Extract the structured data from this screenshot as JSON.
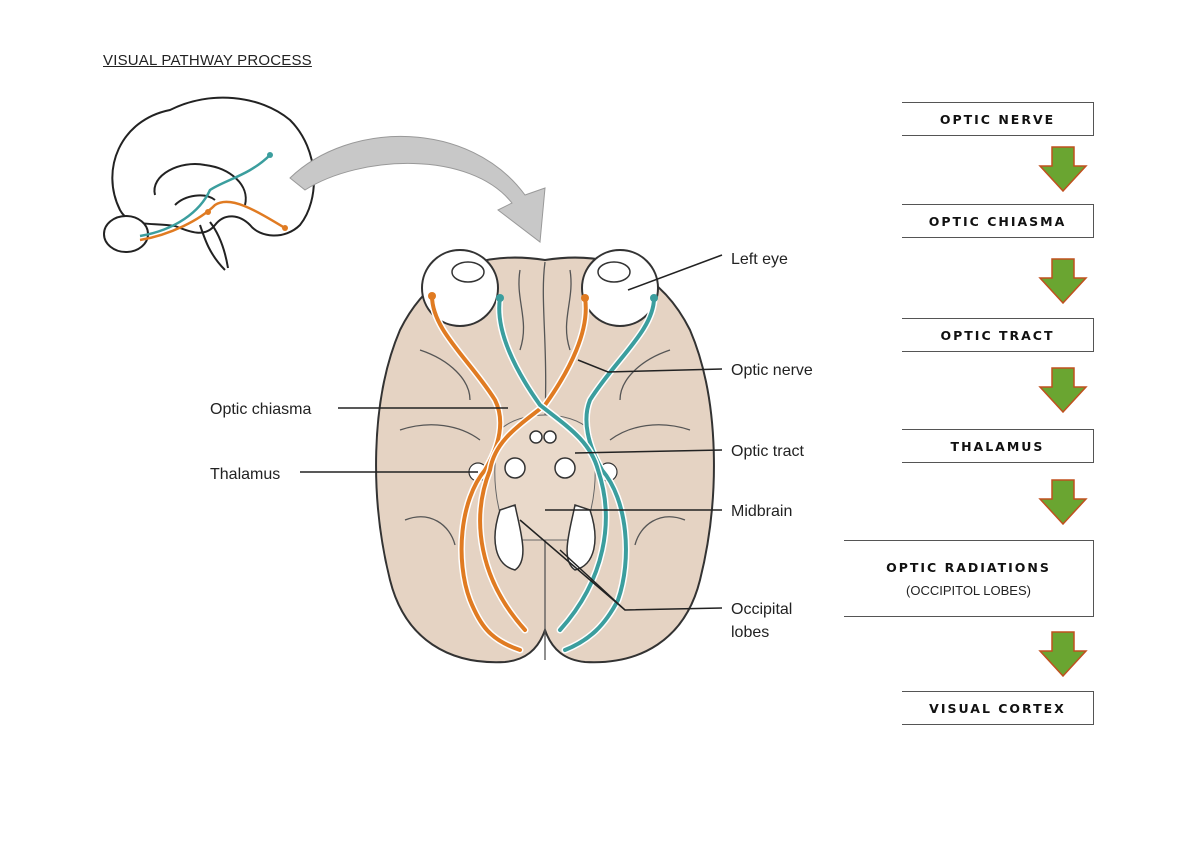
{
  "title": "VISUAL PATHWAY PROCESS",
  "labels": {
    "left_eye": "Left eye",
    "optic_nerve": "Optic nerve",
    "optic_chiasma": "Optic chiasma",
    "optic_tract": "Optic tract",
    "thalamus": "Thalamus",
    "midbrain": "Midbrain",
    "occipital": "Occipital",
    "lobes": "lobes"
  },
  "flow": [
    {
      "label": "OPTIC NERVE"
    },
    {
      "label": "OPTIC CHIASMA"
    },
    {
      "label": "OPTIC TRACT"
    },
    {
      "label": "THALAMUS"
    },
    {
      "label": "OPTIC RADIATIONS",
      "sub": "(OCCIPITOL LOBES)"
    },
    {
      "label": "VISUAL CORTEX"
    }
  ],
  "colors": {
    "brain": "#e5d3c3",
    "orange_pathway": "#e07b22",
    "teal_pathway": "#3b9e9e",
    "arrow_fill": "#6aa531",
    "arrow_stroke": "#c0501f"
  }
}
